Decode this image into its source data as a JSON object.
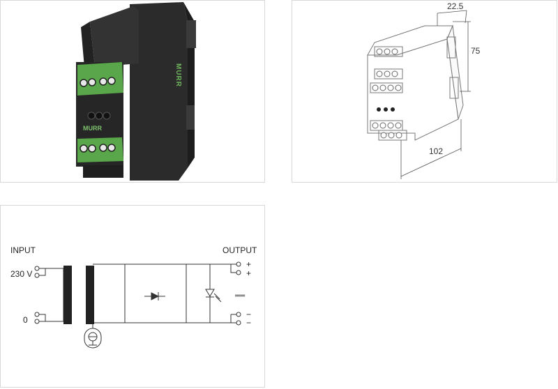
{
  "photo": {
    "brand_text": "MURR",
    "logo_text": "MURR"
  },
  "dimensions": {
    "width": "22.5",
    "height": "75",
    "depth": "102"
  },
  "schematic": {
    "input_label": "INPUT",
    "output_label": "OUTPUT",
    "voltage_label": "230 V",
    "zero_label": "0",
    "plus_1": "+",
    "plus_2": "+",
    "minus_1": "−",
    "minus_2": "−",
    "dc_symbol": "══"
  }
}
